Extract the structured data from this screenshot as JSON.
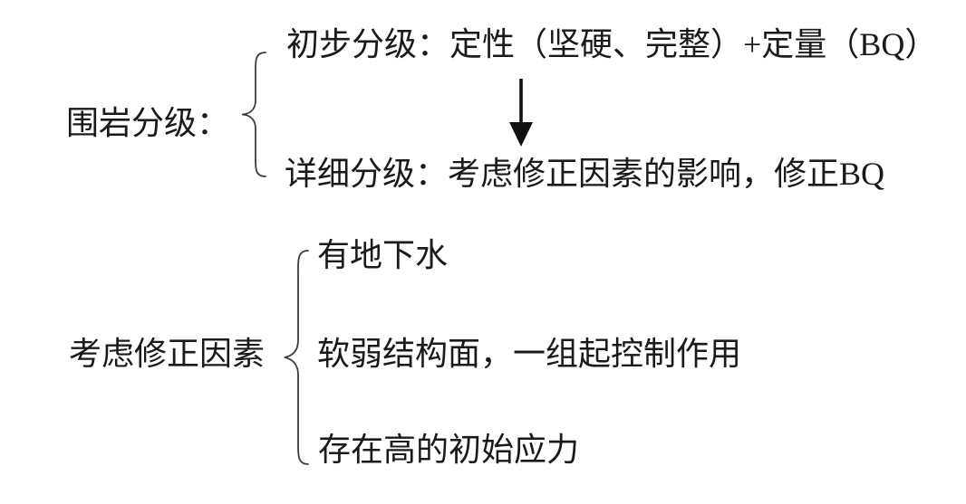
{
  "colors": {
    "background": "#ffffff",
    "text": "#1a1a1a",
    "brace_line": "#3c3c3c",
    "arrow": "#111111"
  },
  "rock_classification": {
    "label": "围岩分级：",
    "preliminary": "初步分级：定性（坚硬、完整）+定量（BQ）",
    "detailed": "详细分级：考虑修正因素的影响，修正BQ",
    "arrow_icon": "down-arrow"
  },
  "correction_factors": {
    "label": "考虑修正因素",
    "items": [
      "有地下水",
      "软弱结构面，一组起控制作用",
      "存在高的初始应力"
    ]
  }
}
